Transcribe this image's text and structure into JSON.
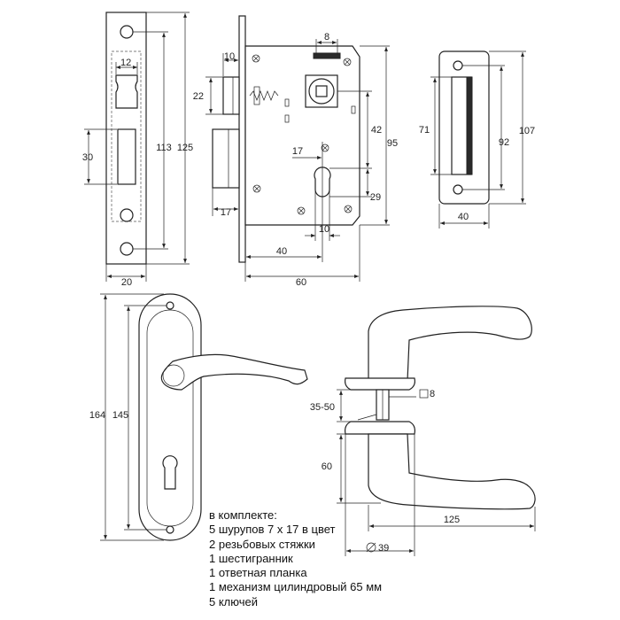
{
  "dimensions": {
    "strike_plate": {
      "w12": "12",
      "h30": "30",
      "h113": "113",
      "h125": "125",
      "w20": "20"
    },
    "lock_body": {
      "s10": "10",
      "s22": "22",
      "s17_left": "17",
      "s8": "8",
      "s42": "42",
      "s95": "95",
      "s17_cyl": "17",
      "s29": "29",
      "s10_bottom": "10",
      "s40": "40",
      "s60": "60"
    },
    "front_plate": {
      "h71": "71",
      "h92": "92",
      "h107": "107",
      "w40": "40"
    },
    "handle_plate": {
      "h164": "164",
      "h145": "145"
    },
    "handle_side": {
      "sq8": "8",
      "thick": "35-50",
      "h60": "60",
      "l125": "125",
      "dia39": "39"
    }
  },
  "kit": {
    "title": "в комплекте:",
    "items": [
      "5 шурупов 7 х 17 в цвет",
      "2 резьбовых стяжки",
      "1 шестигранник",
      "1 ответная планка",
      "1 механизм цилиндровый 65 мм",
      "5 ключей"
    ]
  }
}
